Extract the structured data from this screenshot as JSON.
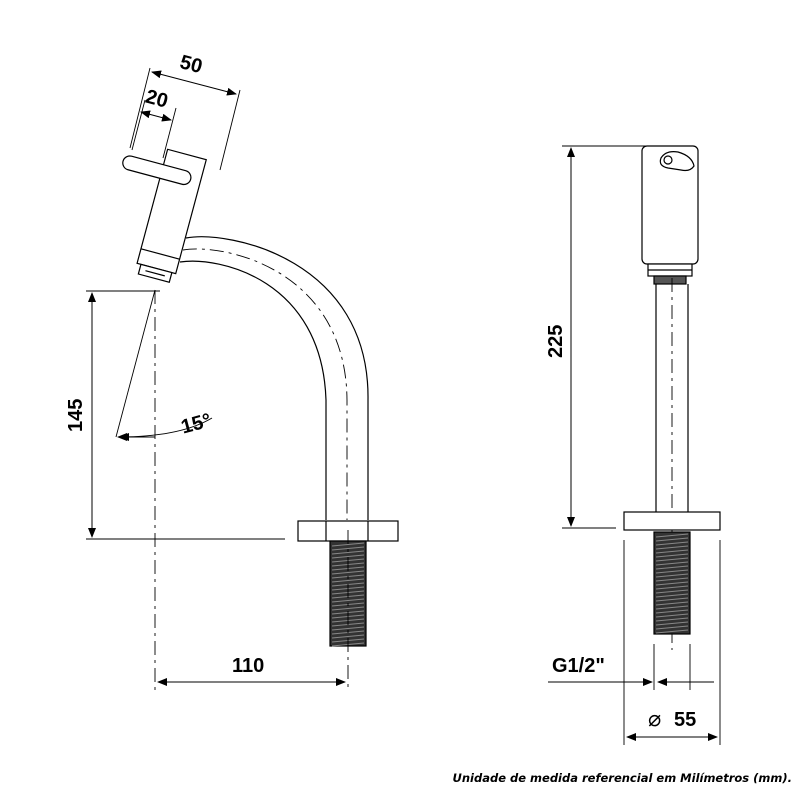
{
  "side_view": {
    "dim_width_top": "50",
    "dim_lever": "20",
    "dim_height": "145",
    "dim_angle": "15°",
    "dim_reach": "110"
  },
  "front_view": {
    "dim_height": "225",
    "dim_thread": "G1/2\"",
    "dim_diameter_symbol": "⌀",
    "dim_diameter": "55"
  },
  "footnote": "Unidade de medida referencial em Milímetros (mm)."
}
